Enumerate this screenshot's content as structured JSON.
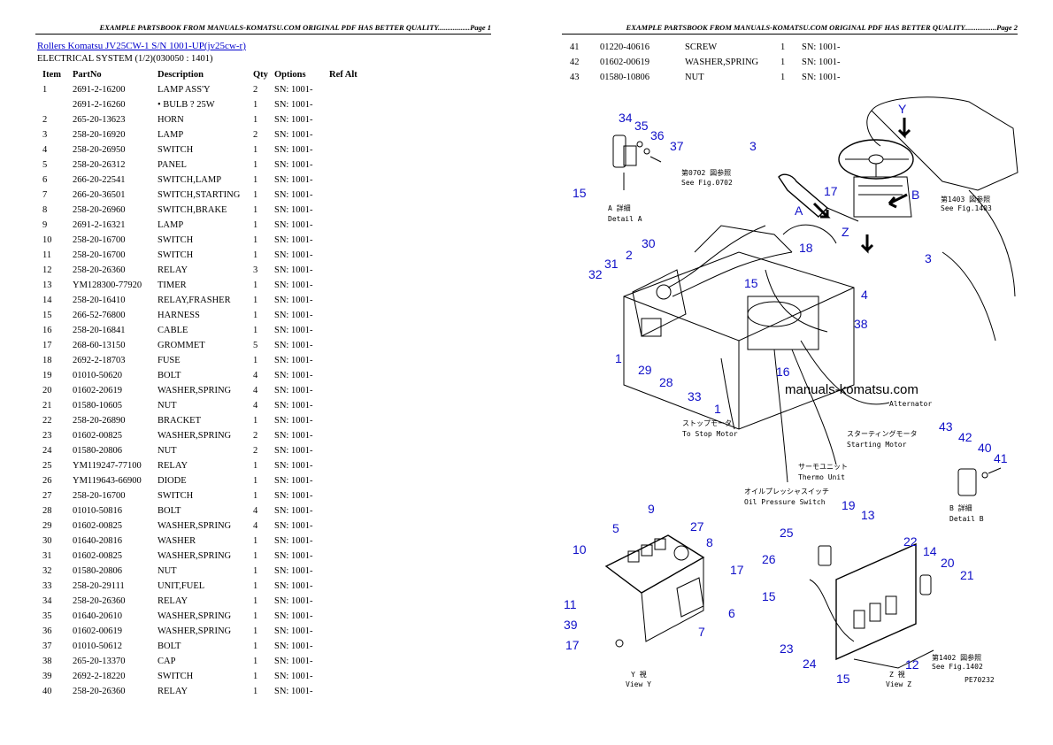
{
  "page1": {
    "header": "EXAMPLE PARTSBOOK FROM MANUALS-KOMATSU.COM ORIGINAL PDF HAS BETTER QUALITY.................Page 1",
    "title": "Rollers Komatsu JV25CW-1 S/N 1001-UP(jv25cw-r)",
    "subtitle": "ELECTRICAL SYSTEM (1/2)(030050 : 1401)",
    "columns": {
      "item": "Item",
      "partno": "PartNo",
      "description": "Description",
      "qty": "Qty",
      "options": "Options",
      "refalt": "Ref Alt"
    },
    "rows": [
      {
        "item": "1",
        "partno": "2691-2-16200",
        "desc": "LAMP ASS'Y",
        "qty": "2",
        "opt": "SN: 1001-"
      },
      {
        "item": "",
        "partno": "2691-2-16260",
        "desc": "• BULB ? 25W",
        "qty": "1",
        "opt": "SN: 1001-"
      },
      {
        "item": "2",
        "partno": "265-20-13623",
        "desc": "HORN",
        "qty": "1",
        "opt": "SN: 1001-"
      },
      {
        "item": "3",
        "partno": "258-20-16920",
        "desc": "LAMP",
        "qty": "2",
        "opt": "SN: 1001-"
      },
      {
        "item": "4",
        "partno": "258-20-26950",
        "desc": "SWITCH",
        "qty": "1",
        "opt": "SN: 1001-"
      },
      {
        "item": "5",
        "partno": "258-20-26312",
        "desc": "PANEL",
        "qty": "1",
        "opt": "SN: 1001-"
      },
      {
        "item": "6",
        "partno": "266-20-22541",
        "desc": "SWITCH,LAMP",
        "qty": "1",
        "opt": "SN: 1001-"
      },
      {
        "item": "7",
        "partno": "266-20-36501",
        "desc": "SWITCH,STARTING",
        "qty": "1",
        "opt": "SN: 1001-"
      },
      {
        "item": "8",
        "partno": "258-20-26960",
        "desc": "SWITCH,BRAKE",
        "qty": "1",
        "opt": "SN: 1001-"
      },
      {
        "item": "9",
        "partno": "2691-2-16321",
        "desc": "LAMP",
        "qty": "1",
        "opt": "SN: 1001-"
      },
      {
        "item": "10",
        "partno": "258-20-16700",
        "desc": "SWITCH",
        "qty": "1",
        "opt": "SN: 1001-"
      },
      {
        "item": "11",
        "partno": "258-20-16700",
        "desc": "SWITCH",
        "qty": "1",
        "opt": "SN: 1001-"
      },
      {
        "item": "12",
        "partno": "258-20-26360",
        "desc": "RELAY",
        "qty": "3",
        "opt": "SN: 1001-"
      },
      {
        "item": "13",
        "partno": "YM128300-77920",
        "desc": "TIMER",
        "qty": "1",
        "opt": "SN: 1001-"
      },
      {
        "item": "14",
        "partno": "258-20-16410",
        "desc": "RELAY,FRASHER",
        "qty": "1",
        "opt": "SN: 1001-"
      },
      {
        "item": "15",
        "partno": "266-52-76800",
        "desc": "HARNESS",
        "qty": "1",
        "opt": "SN: 1001-"
      },
      {
        "item": "16",
        "partno": "258-20-16841",
        "desc": "CABLE",
        "qty": "1",
        "opt": "SN: 1001-"
      },
      {
        "item": "17",
        "partno": "268-60-13150",
        "desc": "GROMMET",
        "qty": "5",
        "opt": "SN: 1001-"
      },
      {
        "item": "18",
        "partno": "2692-2-18703",
        "desc": "FUSE",
        "qty": "1",
        "opt": "SN: 1001-"
      },
      {
        "item": "19",
        "partno": "01010-50620",
        "desc": "BOLT",
        "qty": "4",
        "opt": "SN: 1001-"
      },
      {
        "item": "20",
        "partno": "01602-20619",
        "desc": "WASHER,SPRING",
        "qty": "4",
        "opt": "SN: 1001-"
      },
      {
        "item": "21",
        "partno": "01580-10605",
        "desc": "NUT",
        "qty": "4",
        "opt": "SN: 1001-"
      },
      {
        "item": "22",
        "partno": "258-20-26890",
        "desc": "BRACKET",
        "qty": "1",
        "opt": "SN: 1001-"
      },
      {
        "item": "23",
        "partno": "01602-00825",
        "desc": "WASHER,SPRING",
        "qty": "2",
        "opt": "SN: 1001-"
      },
      {
        "item": "24",
        "partno": "01580-20806",
        "desc": "NUT",
        "qty": "2",
        "opt": "SN: 1001-"
      },
      {
        "item": "25",
        "partno": "YM119247-77100",
        "desc": "RELAY",
        "qty": "1",
        "opt": "SN: 1001-"
      },
      {
        "item": "26",
        "partno": "YM119643-66900",
        "desc": "DIODE",
        "qty": "1",
        "opt": "SN: 1001-"
      },
      {
        "item": "27",
        "partno": "258-20-16700",
        "desc": "SWITCH",
        "qty": "1",
        "opt": "SN: 1001-"
      },
      {
        "item": "28",
        "partno": "01010-50816",
        "desc": "BOLT",
        "qty": "4",
        "opt": "SN: 1001-"
      },
      {
        "item": "29",
        "partno": "01602-00825",
        "desc": "WASHER,SPRING",
        "qty": "4",
        "opt": "SN: 1001-"
      },
      {
        "item": "30",
        "partno": "01640-20816",
        "desc": "WASHER",
        "qty": "1",
        "opt": "SN: 1001-"
      },
      {
        "item": "31",
        "partno": "01602-00825",
        "desc": "WASHER,SPRING",
        "qty": "1",
        "opt": "SN: 1001-"
      },
      {
        "item": "32",
        "partno": "01580-20806",
        "desc": "NUT",
        "qty": "1",
        "opt": "SN: 1001-"
      },
      {
        "item": "33",
        "partno": "258-20-29111",
        "desc": "UNIT,FUEL",
        "qty": "1",
        "opt": "SN: 1001-"
      },
      {
        "item": "34",
        "partno": "258-20-26360",
        "desc": "RELAY",
        "qty": "1",
        "opt": "SN: 1001-"
      },
      {
        "item": "35",
        "partno": "01640-20610",
        "desc": "WASHER,SPRING",
        "qty": "1",
        "opt": "SN: 1001-"
      },
      {
        "item": "36",
        "partno": "01602-00619",
        "desc": "WASHER,SPRING",
        "qty": "1",
        "opt": "SN: 1001-"
      },
      {
        "item": "37",
        "partno": "01010-50612",
        "desc": "BOLT",
        "qty": "1",
        "opt": "SN: 1001-"
      },
      {
        "item": "38",
        "partno": "265-20-13370",
        "desc": "CAP",
        "qty": "1",
        "opt": "SN: 1001-"
      },
      {
        "item": "39",
        "partno": "2692-2-18220",
        "desc": "SWITCH",
        "qty": "1",
        "opt": "SN: 1001-"
      },
      {
        "item": "40",
        "partno": "258-20-26360",
        "desc": "RELAY",
        "qty": "1",
        "opt": "SN: 1001-"
      }
    ]
  },
  "page2": {
    "header": "EXAMPLE PARTSBOOK FROM MANUALS-KOMATSU.COM ORIGINAL PDF HAS BETTER QUALITY.................Page 2",
    "rows": [
      {
        "item": "41",
        "partno": "01220-40616",
        "desc": "SCREW",
        "qty": "1",
        "opt": "SN: 1001-"
      },
      {
        "item": "42",
        "partno": "01602-00619",
        "desc": "WASHER,SPRING",
        "qty": "1",
        "opt": "SN: 1001-"
      },
      {
        "item": "43",
        "partno": "01580-10806",
        "desc": "NUT",
        "qty": "1",
        "opt": "SN: 1001-"
      }
    ],
    "diagram": {
      "watermark": "manuals-komatsu.com",
      "callouts": [
        "34",
        "35",
        "36",
        "37",
        "3",
        "17",
        "15",
        "30",
        "2",
        "31",
        "32",
        "18",
        "15",
        "4",
        "3",
        "38",
        "1",
        "29",
        "28",
        "33",
        "16",
        "1",
        "43",
        "42",
        "40",
        "41",
        "9",
        "5",
        "27",
        "8",
        "10",
        "17",
        "11",
        "6",
        "39",
        "7",
        "17",
        "19",
        "13",
        "25",
        "22",
        "14",
        "20",
        "21",
        "26",
        "15",
        "23",
        "24",
        "12",
        "15"
      ],
      "letters": {
        "a": "A",
        "b": "B",
        "y": "Y",
        "z": "Z"
      },
      "notes": {
        "see_fig_0702_jp": "第0702 図参照",
        "see_fig_0702": "See Fig.0702",
        "detail_a_jp": "A 詳細",
        "detail_a": "Detail A",
        "see_fig_1403_jp": "第1403 図参照",
        "see_fig_1403": "See Fig.1403",
        "alternator": "Alternator",
        "stop_motor_jp": "ストップモータ",
        "stop_motor": "To Stop Motor",
        "starting_motor_jp": "スターティングモータ",
        "starting_motor": "Starting Motor",
        "thermo_unit_jp": "サーモユニット",
        "thermo_unit": "Thermo Unit",
        "oil_pressure_jp": "オイルプレッシャスイッチ",
        "oil_pressure": "Oil Pressure Switch",
        "detail_b_jp": "B 詳細",
        "detail_b": "Detail B",
        "view_y_jp": "Y 視",
        "view_y": "View Y",
        "view_z_jp": "Z 視",
        "view_z": "View Z",
        "see_fig_1402_jp": "第1402 図参照",
        "see_fig_1402": "See Fig.1402",
        "fig_code": "PE70232"
      }
    }
  }
}
